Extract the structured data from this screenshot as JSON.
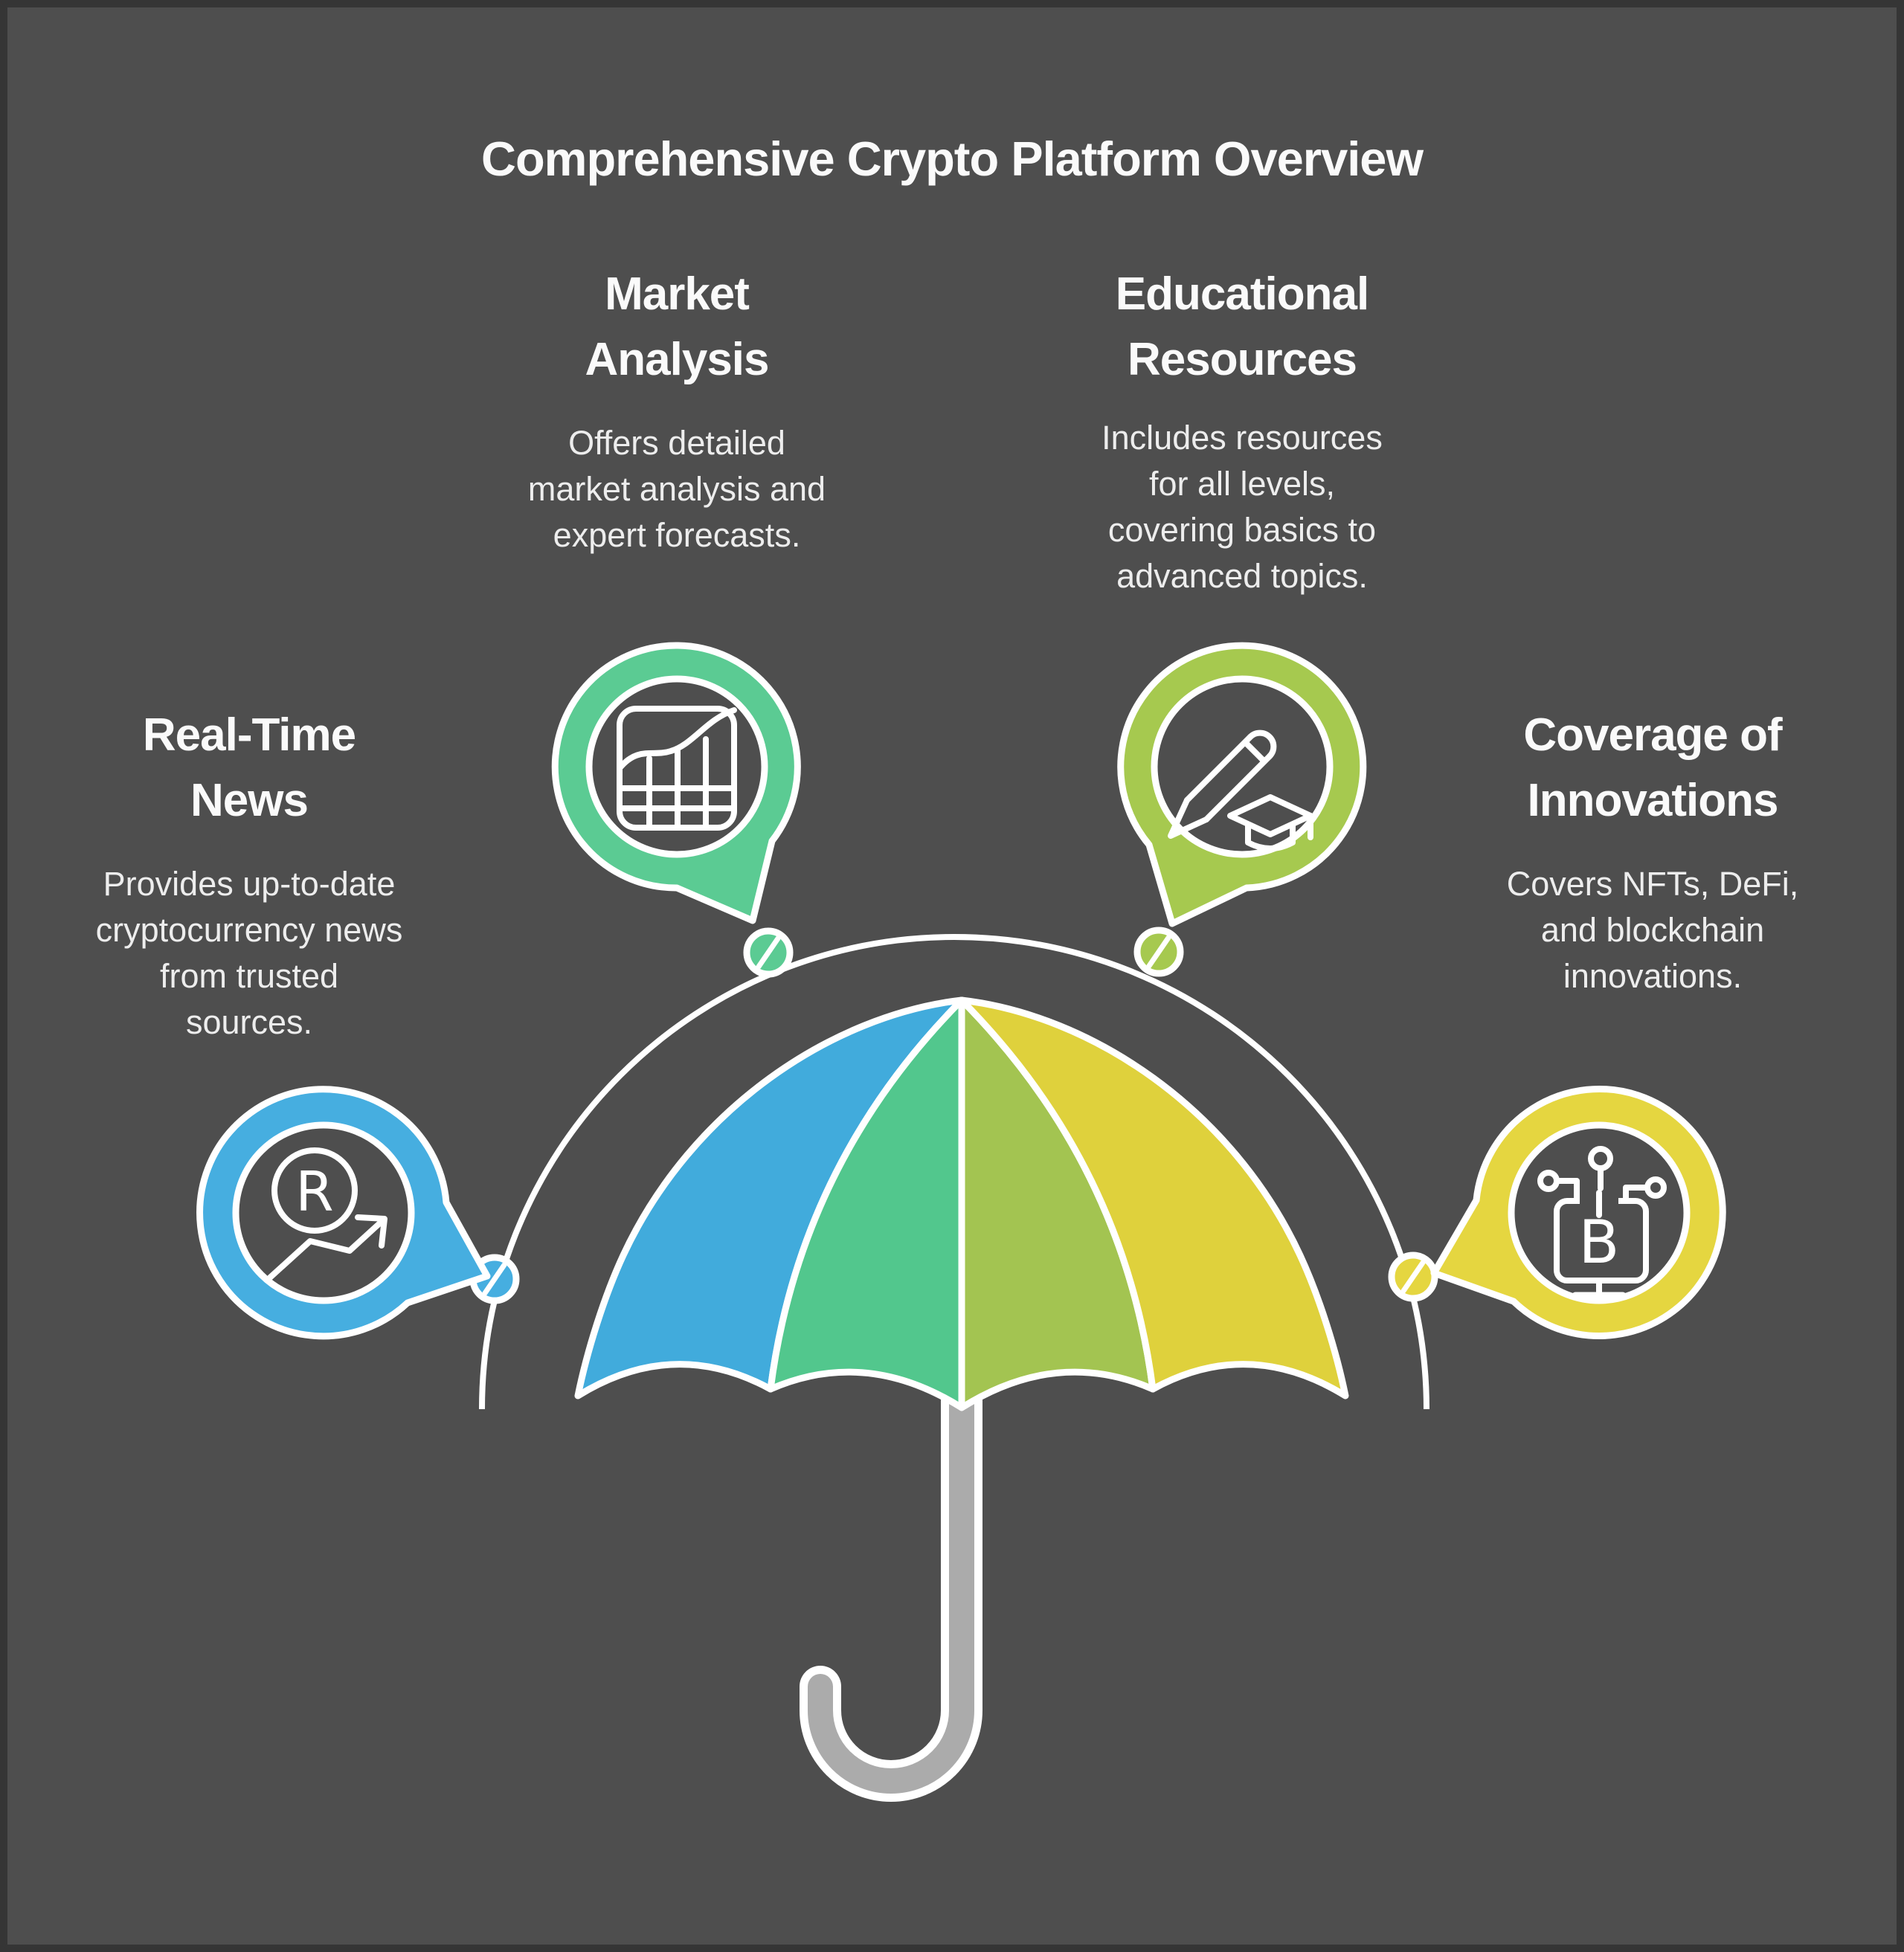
{
  "title": "Comprehensive Crypto Platform Overview",
  "canvas": {
    "background": "#4E4E4E",
    "border": "#353535",
    "heading_text_color": "#FAFAFA",
    "body_text_color": "#EDEDED",
    "outline_white": "#FFFFFF"
  },
  "sections": [
    {
      "id": "market-analysis",
      "heading": "Market\nAnalysis",
      "body": "Offers detailed\nmarket analysis and\nexpert forecasts.",
      "bubble_color": "#5BCB93",
      "icon": "chart-grid-icon"
    },
    {
      "id": "educational-resources",
      "heading": "Educational\nResources",
      "body": "Includes resources\nfor all levels,\ncovering basics to\nadvanced topics.",
      "bubble_color": "#A6C94F",
      "icon": "pencil-graduation-cap-icon"
    },
    {
      "id": "real-time-news",
      "heading": "Real-Time\nNews",
      "body": "Provides up-to-date\ncryptocurrency news\nfrom trusted\nsources.",
      "bubble_color": "#46AEE0",
      "icon": "registered-trend-arrow-icon"
    },
    {
      "id": "coverage-of-innovations",
      "heading": "Coverage of\nInnovations",
      "body": "Covers NFTs, DeFi,\nand blockchain\ninnovations.",
      "bubble_color": "#E5D640",
      "icon": "bitcoin-monitor-icon"
    }
  ],
  "umbrella": {
    "panel_colors": [
      "#41ABDC",
      "#52C78D",
      "#A3C451",
      "#DFD13C"
    ],
    "handle_color": "#ABABAB"
  },
  "glyphs": {
    "registered_r": "R",
    "bitcoin_b": "B"
  }
}
